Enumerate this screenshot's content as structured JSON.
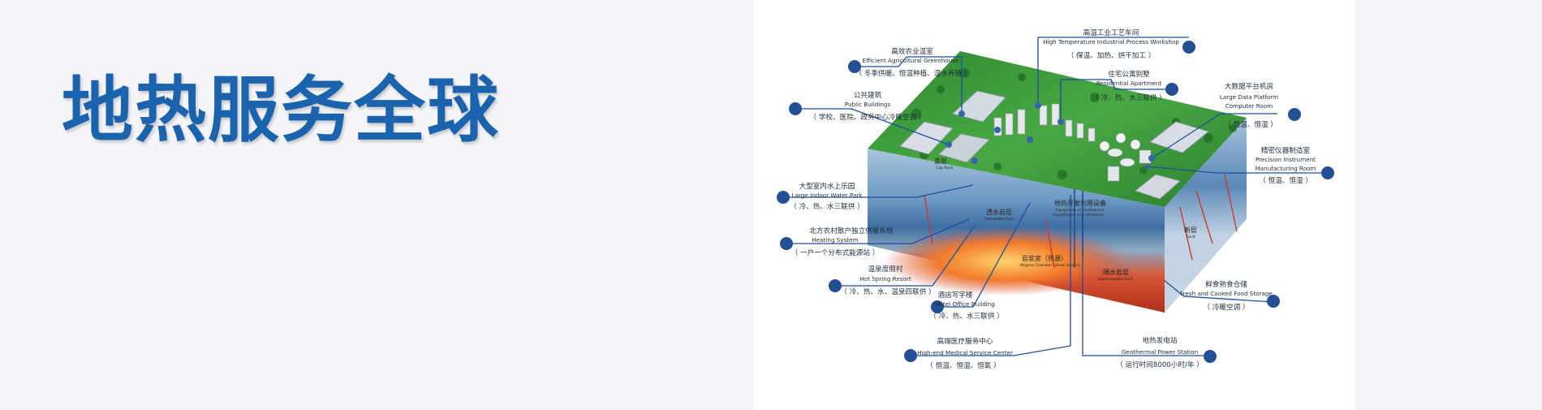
{
  "title": "地热服务全球",
  "colors": {
    "title": "#1c63ad",
    "lead": "#1a4f9c",
    "icon": "#234f95",
    "grass": "#3e9a3a"
  },
  "labels": {
    "greenhouse": {
      "cn": "高效农业温室",
      "en": "Efficient Agricultural Greenhouse",
      "paren": "（ 冬季供暖、恒温种植、温水养殖 ）",
      "icon": "leaf-icon"
    },
    "public": {
      "cn": "公共建筑",
      "en": "Public Buildings",
      "paren": "（ 学校、医院、政务中心冷暖空调 ）",
      "icon": "building-icon"
    },
    "waterpark": {
      "cn": "大型室内水上乐园",
      "en": "Large Indoor Water Park",
      "paren": "（ 冷、热、水三联供 ）",
      "icon": "swim-icon"
    },
    "heating": {
      "cn": "北方农村散户独立供暖系统",
      "en": "Heating System",
      "paren": "（ 一户一个分布式能源站 ）",
      "icon": "house-icon"
    },
    "hotspring": {
      "cn": "温泉度假村",
      "en": "Hot Spring Resort",
      "paren": "（ 冷、热、水、温泉四联供 ）",
      "icon": "beach-umbrella-icon"
    },
    "hotel": {
      "cn": "酒店写字楼",
      "en": "Hotel Office Building",
      "paren": "（ 冷、热、水三联供 ）",
      "icon": "office-icon"
    },
    "medical": {
      "cn": "高端医疗服务中心",
      "en": "High-end Medical Service Center",
      "paren": "（ 恒温、恒湿、恒氧 ）",
      "icon": "hospital-icon"
    },
    "industrial": {
      "cn": "高温工业工艺车间",
      "en": "High Temperature Industrial Process Workshop",
      "paren": "（ 保温、加热、烘干加工 ）",
      "icon": "factory-icon"
    },
    "residential": {
      "cn": "住宅公寓别墅",
      "en": "Residential Apartment",
      "paren": "（ 冷、热、水三联供 ）",
      "icon": "home-icon"
    },
    "datacenter": {
      "cn": "大数据平台机房",
      "en1": "Large Data Platform",
      "en2": "Computer Room",
      "paren": "（ 恒温、恒湿 ）",
      "icon": "server-icon"
    },
    "precision": {
      "cn": "精密仪器制造室",
      "en1": "Precision Instrument",
      "en2": "Manufacturing Room",
      "paren": "（ 恒温、恒湿 ）",
      "icon": "tools-icon"
    },
    "foodstorage": {
      "cn": "鲜食熟食仓储",
      "en": "Fresh and Cooked Food Storage",
      "paren": "（ 冷暖空调 ）",
      "icon": "warehouse-icon"
    },
    "powerstation": {
      "cn": "地热发电站",
      "en": "Geothermal Power Station",
      "paren": "（ 运行时间8000小时/年 ）",
      "icon": "power-plant-icon"
    }
  },
  "layers": {
    "caprock": {
      "cn": "盖层",
      "en": "Cap Rock"
    },
    "permeable": {
      "cn": "透水岩层",
      "en": "Permeable Rock"
    },
    "equipment": {
      "cn": "地热开发利用设备",
      "en1": "Equipment of Geothermal",
      "en2": "Exploitation and Utilization"
    },
    "magma": {
      "cn": "岩浆房（热源）",
      "en": "Magma Chamber（Heat Source）"
    },
    "impermeable": {
      "cn": "隔水岩层",
      "en": "Impermeable Rock"
    },
    "fault": {
      "cn": "断层",
      "en": "Fault"
    }
  }
}
